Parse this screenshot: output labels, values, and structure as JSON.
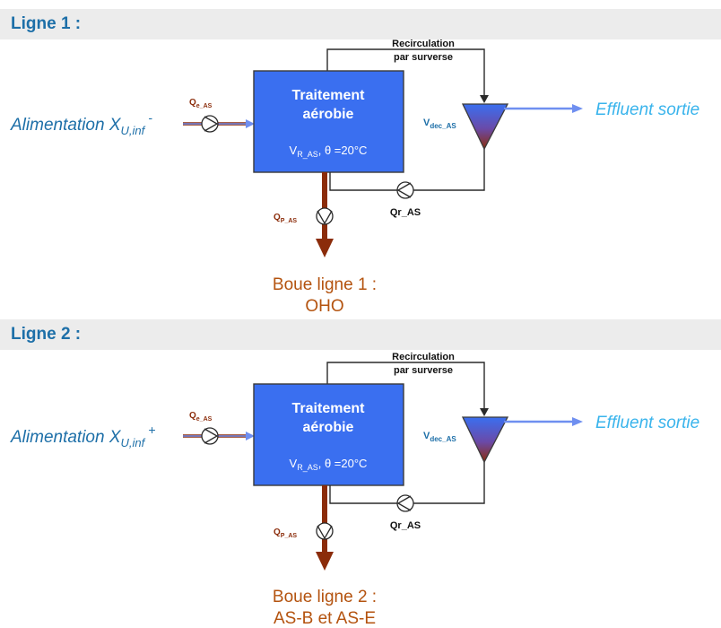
{
  "colors": {
    "header_bg": "#ececec",
    "header_text": "#1d6fa8",
    "reactor_fill": "#3a6ff0",
    "reactor_border": "#3a3a3a",
    "sludge": "#8b2c0a",
    "feed_text": "#1d6fa8",
    "effluent_text": "#3ab4ec",
    "arrow_blue": "#6f8ff0",
    "boue_text": "#b4530f"
  },
  "line1": {
    "header": "Ligne 1 :",
    "recirc_line1": "Recirculation",
    "recirc_line2": "par surverse",
    "reactor_title_1": "Traitement",
    "reactor_title_2": "aérobie",
    "reactor_vr": "V",
    "reactor_vr_sub": "R_AS",
    "reactor_theta": ", θ =20°C",
    "feed_main": "Alimentation X",
    "feed_sub": "U,inf",
    "feed_sup": "-",
    "qe": "Q",
    "qe_sub": "e_AS",
    "vdec": "V",
    "vdec_sub": "dec_AS",
    "effluent": "Effluent sortie",
    "qr": "Qr_AS",
    "qp": "Q",
    "qp_sub": "P_AS",
    "boue_1": "Boue ligne 1 :",
    "boue_2": "OHO"
  },
  "line2": {
    "header": "Ligne 2 :",
    "recirc_line1": "Recirculation",
    "recirc_line2": "par surverse",
    "reactor_title_1": "Traitement",
    "reactor_title_2": "aérobie",
    "reactor_vr": "V",
    "reactor_vr_sub": "R_AS",
    "reactor_theta": ", θ =20°C",
    "feed_main": "Alimentation X",
    "feed_sub": "U,inf",
    "feed_sup": "+",
    "qe": "Q",
    "qe_sub": "e_AS",
    "vdec": "V",
    "vdec_sub": "dec_AS",
    "effluent": "Effluent sortie",
    "qr": "Qr_AS",
    "qp": "Q",
    "qp_sub": "P_AS",
    "boue_1": "Boue ligne 2 :",
    "boue_2": "AS-B et AS-E"
  }
}
